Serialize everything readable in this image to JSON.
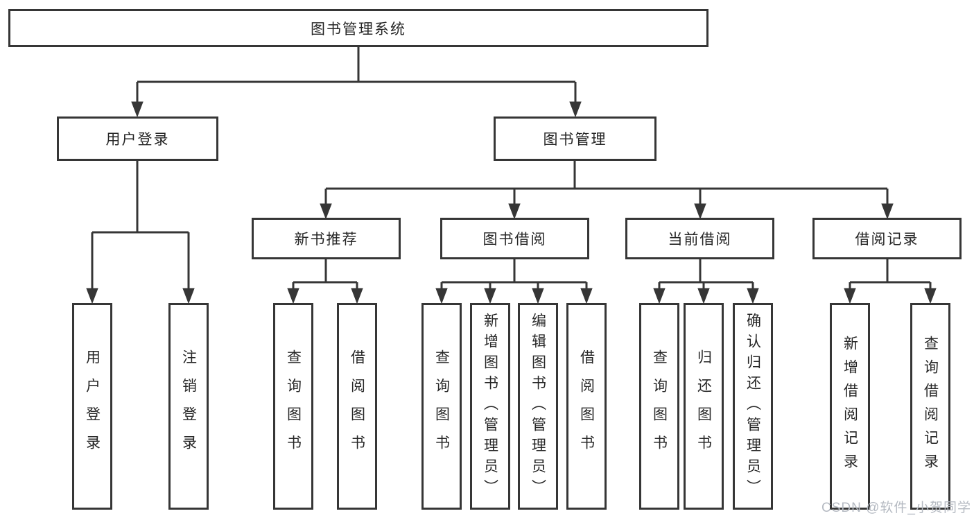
{
  "diagram": {
    "title": "图书管理系统",
    "branches": {
      "user_login": {
        "label": "用户登录"
      },
      "book_management": {
        "label": "图书管理"
      }
    },
    "modules": {
      "new_book": {
        "label": "新书推荐"
      },
      "borrowing": {
        "label": "图书借阅"
      },
      "current": {
        "label": "当前借阅"
      },
      "records": {
        "label": "借阅记录"
      }
    },
    "leaves": {
      "user_login": [
        "用户登录",
        "注销登录"
      ],
      "new_book": [
        "查询图书",
        "借阅图书"
      ],
      "borrowing": [
        "查询图书",
        "新增图书（管理员）",
        "编辑图书（管理员）",
        "借阅图书"
      ],
      "current": [
        "查询图书",
        "归还图书",
        "确认归还（管理员）"
      ],
      "records": [
        "新增借阅记录",
        "查询借阅记录"
      ]
    },
    "colors": {
      "line": "#363636",
      "text": "#262626",
      "watermark": "#b5bac2",
      "background": "#ffffff"
    }
  },
  "watermark": {
    "text": "CSDN @软件_小贺同学"
  }
}
